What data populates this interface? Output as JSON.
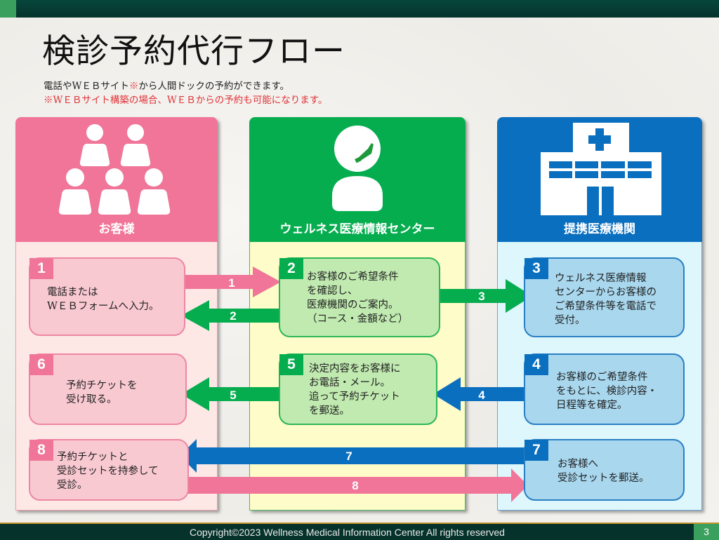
{
  "slide": {
    "title": "検診予約代行フロー",
    "subtitle_prefix": "電話やWＥＢサイト",
    "subtitle_mark": "※",
    "subtitle_suffix": "から人間ドックの予約ができます。",
    "note": "※WＥＢサイト構築の場合、WＥＢからの予約も可能になります。"
  },
  "columns": [
    {
      "label": "お客様",
      "icon": "people-group-icon",
      "color": "#f07598"
    },
    {
      "label": "ウェルネス医療情報センター",
      "icon": "operator-headset-icon",
      "color": "#06ad4f"
    },
    {
      "label": "提携医療機関",
      "icon": "hospital-icon",
      "color": "#0a6fbf"
    }
  ],
  "steps": [
    {
      "num": "1",
      "text": "電話または\nWＥＢフォームへ入力。"
    },
    {
      "num": "2",
      "text": "お客様のご希望条件\nを確認し、\n医療機関のご案内。\n（コース・金額など）"
    },
    {
      "num": "3",
      "text": "ウェルネス医療情報\nセンターからお客様の\nご希望条件等を電話で\n受付。"
    },
    {
      "num": "4",
      "text": "お客様のご希望条件\nをもとに、検診内容・\n日程等を確定。"
    },
    {
      "num": "5",
      "text": "決定内容をお客様に\nお電話・メール。\n追って予約チケット\nを郵送。"
    },
    {
      "num": "6",
      "text": "予約チケットを\n受け取る。"
    },
    {
      "num": "7",
      "text": "お客様へ\n受診セットを郵送。"
    },
    {
      "num": "8",
      "text": "予約チケットと\n受診セットを持参して\n受診。"
    }
  ],
  "arrows": [
    {
      "label": "1",
      "from": "お客様",
      "to": "ウェルネス医療情報センター",
      "color": "#f07598"
    },
    {
      "label": "2",
      "from": "ウェルネス医療情報センター",
      "to": "お客様",
      "color": "#06ad4f"
    },
    {
      "label": "3",
      "from": "ウェルネス医療情報センター",
      "to": "提携医療機関",
      "color": "#06ad4f"
    },
    {
      "label": "4",
      "from": "提携医療機関",
      "to": "ウェルネス医療情報センター",
      "color": "#0a6fbf"
    },
    {
      "label": "5",
      "from": "ウェルネス医療情報センター",
      "to": "お客様",
      "color": "#06ad4f"
    },
    {
      "label": "7",
      "from": "提携医療機関",
      "to": "お客様",
      "color": "#0a6fbf"
    },
    {
      "label": "8",
      "from": "お客様",
      "to": "提携医療機関",
      "color": "#f07598"
    }
  ],
  "footer": {
    "copyright": "Copyright©2023 Wellness Medical Information Center All rights reserved",
    "page_number": "3"
  }
}
